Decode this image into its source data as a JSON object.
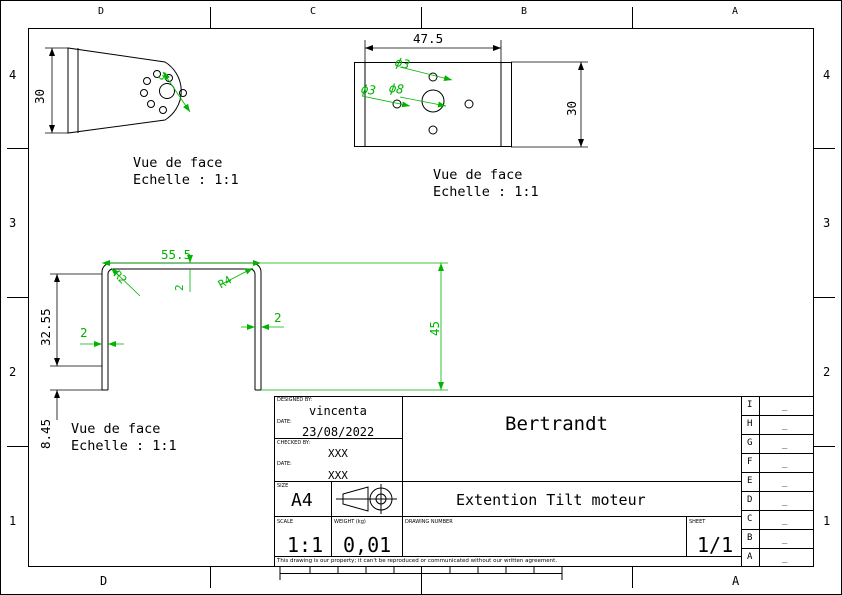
{
  "frame": {
    "zones_top": [
      "D",
      "C",
      "B",
      "A"
    ],
    "zones_bottom": [
      "D",
      "A"
    ],
    "zones_left": [
      "4",
      "3",
      "2",
      "1"
    ],
    "zones_right": [
      "4",
      "3",
      "2",
      "1"
    ]
  },
  "views": [
    {
      "caption": "Vue de face",
      "scale": "Echelle :  1:1"
    },
    {
      "caption": "Vue de face",
      "scale": "Echelle :  1:1"
    },
    {
      "caption": "Vue de face",
      "scale": "Echelle :  1:1"
    }
  ],
  "dimensions": {
    "v1_height": "30",
    "v1_dia": "3",
    "v2_width": "47.5",
    "v2_height": "30",
    "v2_dia_small_top": "ϕ3",
    "v2_dia_small_left": "ϕ3",
    "v2_dia_large": "ϕ8",
    "v3_width": "55.5",
    "v3_height_32": "32.55",
    "v3_height_8": "8.45",
    "v3_height_45": "45",
    "v3_thickness_left": "2",
    "v3_thickness_right": "2",
    "v3_thickness_top": "2",
    "v3_radius_left": "R2",
    "v3_radius_right": "R4"
  },
  "title_block": {
    "designed_by_label": "DESIGNED BY:",
    "designed_by": "vincenta",
    "date_label": "DATE:",
    "date": "23/08/2022",
    "checked_by_label": "CHECKED BY:",
    "checked_by": "XXX",
    "date2_label": "DATE:",
    "date2": "XXX",
    "company": "Bertrandt",
    "size_label": "SIZE",
    "size": "A4",
    "title": "Extention Tilt moteur",
    "scale_label": "SCALE",
    "scale": "1:1",
    "weight_label": "WEIGHT (kg)",
    "weight": "0,01",
    "drawing_number_label": "DRAWING NUMBER",
    "sheet_label": "SHEET",
    "sheet": "1/1",
    "disclaimer": "This drawing is our property; it can't be reproduced or communicated without our written agreement.",
    "revisions": [
      {
        "letter": "I",
        "value": "_"
      },
      {
        "letter": "H",
        "value": "_"
      },
      {
        "letter": "G",
        "value": "_"
      },
      {
        "letter": "F",
        "value": "_"
      },
      {
        "letter": "E",
        "value": "_"
      },
      {
        "letter": "D",
        "value": "_"
      },
      {
        "letter": "C",
        "value": "_"
      },
      {
        "letter": "B",
        "value": "_"
      },
      {
        "letter": "A",
        "value": "_"
      }
    ]
  },
  "colors": {
    "dimension": "#00b400",
    "geometry": "#000000"
  }
}
